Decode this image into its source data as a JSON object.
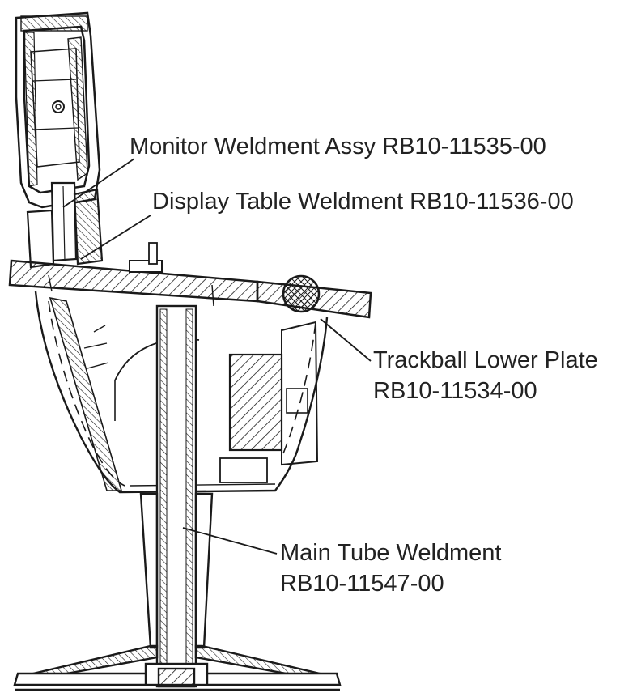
{
  "callouts": {
    "monitor": {
      "name": "Monitor Weldment Assy",
      "part_no": "RB10-11535-00"
    },
    "display_table": {
      "name": "Display Table Weldment",
      "part_no": "RB10-11536-00"
    },
    "trackball": {
      "name": "Trackball Lower Plate",
      "part_no": "RB10-11534-00"
    },
    "main_tube": {
      "name": "Main Tube Weldment",
      "part_no": "RB10-11547-00"
    }
  },
  "colors": {
    "line": "#1a1a1a",
    "background": "#ffffff",
    "text": "#222222"
  }
}
